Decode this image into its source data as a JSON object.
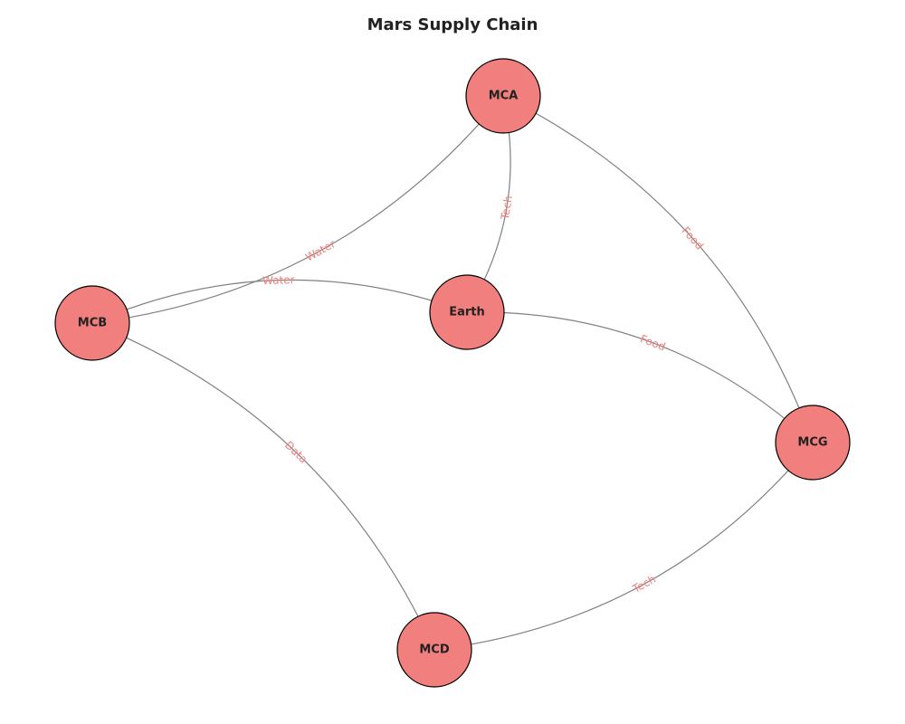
{
  "title": "Mars Supply Chain",
  "colors": {
    "node_fill": "#f07f7d",
    "node_stroke": "#000000",
    "edge_stroke": "#808080",
    "edge_label": "#f07f7d",
    "text": "#222222"
  },
  "nodes": [
    {
      "id": "MCA",
      "label": "MCA"
    },
    {
      "id": "MCB",
      "label": "MCB"
    },
    {
      "id": "Earth",
      "label": "Earth"
    },
    {
      "id": "MCG",
      "label": "MCG"
    },
    {
      "id": "MCD",
      "label": "MCD"
    }
  ],
  "edges": [
    {
      "source": "MCA",
      "target": "MCB",
      "label": "Water"
    },
    {
      "source": "MCA",
      "target": "Earth",
      "label": "Tech"
    },
    {
      "source": "MCA",
      "target": "MCG",
      "label": "Food"
    },
    {
      "source": "MCB",
      "target": "Earth",
      "label": "Water"
    },
    {
      "source": "Earth",
      "target": "MCG",
      "label": "Food"
    },
    {
      "source": "MCB",
      "target": "MCD",
      "label": "Data"
    },
    {
      "source": "MCG",
      "target": "MCD",
      "label": "Tech"
    }
  ]
}
